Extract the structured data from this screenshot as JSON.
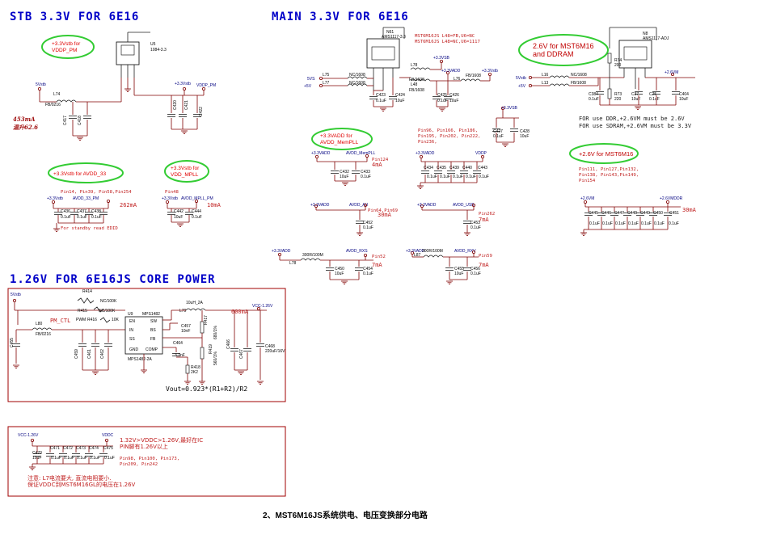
{
  "titles": {
    "stb": "STB 3.3V FOR 6E16",
    "main": "MAIN 3.3V FOR 6E16",
    "core": "1.26V FOR 6E16JS CORE POWER"
  },
  "ovals": {
    "vddp_pm": [
      "+3.3Vstb for",
      "VDDP_PM"
    ],
    "avdd33": "+3.3Vstb for AVDD_33",
    "vdd_mpll": [
      "+3.3Vstb for",
      "VDD_MPLL"
    ],
    "ddr": [
      "2.6V for MST6M16",
      "and DDRAM"
    ],
    "mempll": [
      "+3.3VADD for",
      "AVDD_MemPLL"
    ],
    "mst": "+2.6V for MST6M16"
  },
  "stb": {
    "chip": "U5",
    "chip_part": "1084-3.3",
    "vin_label": "5Vstb",
    "vout_label": "+3.3Vstb",
    "net": "VDDP_PM",
    "inductor": "L74",
    "inductor_part": "FB/0216",
    "current": "453mA",
    "temp": "温升62.6",
    "caps": [
      "C417",
      "C418",
      "C420",
      "C421",
      "C422"
    ],
    "cap_vals": [
      "0.1uF",
      "10uF",
      "10uF",
      "0.1uF",
      "AVL/622"
    ]
  },
  "avdd33": {
    "pins": "Pin14, Pin39, Pin58,Pin254",
    "vin": "+3.3Vstb",
    "net": "AVDD_33_PM",
    "current": "262mA",
    "note": "For standby read EDID",
    "caps": [
      "C436",
      "C437",
      "C438",
      "C439"
    ],
    "cap_val": "0.1uF"
  },
  "mpll": {
    "pin": "Pin48",
    "vin": "+3.3Vstb",
    "net": "AVDD_MPLL_PM",
    "current": "10mA",
    "caps": [
      "C442",
      "C444"
    ],
    "cap_vals": [
      "10uF",
      "0.1uF"
    ]
  },
  "main": {
    "chip": "N61",
    "chip_part": "AMS1117-3.3",
    "config_lines": [
      "MST6M16JS L48=FB,U6=NC",
      "MST6M16JS L48=NC,U6=1117"
    ],
    "inputs": [
      "5VS",
      "+5V"
    ],
    "inductors": [
      "L75",
      "L77",
      "L78",
      "L48",
      "L76"
    ],
    "inductor_parts": [
      "NC/1608",
      "NC/1608",
      "FB/1608",
      "FB/1608",
      "FB/1608"
    ],
    "nets": [
      "+3.3VSB",
      "+3.3VADD",
      "+3.3Vstb"
    ],
    "caps": [
      "C423",
      "C424",
      "C425",
      "C426"
    ],
    "cap_vals": [
      "0.1uF",
      "10uF",
      "0.1uF",
      "10uF"
    ],
    "vsb_net": "+3.3VSB",
    "vsb_caps": [
      "C427",
      "C428"
    ],
    "vsb_cap_vals": [
      "0.1uF",
      "10uF"
    ]
  },
  "ddr": {
    "chip": "N8",
    "chip_part": "AMS1117-ADJ",
    "inputs": [
      "5Vstb",
      "+5V"
    ],
    "inductors": [
      "L16",
      "L13"
    ],
    "inductor_parts": [
      "NC/1608",
      "FB/1608"
    ],
    "resistors": [
      "R74",
      "R73"
    ],
    "res_vals": [
      "200",
      "220"
    ],
    "net": "+2.6VM",
    "caps": [
      "C384",
      "C37",
      "C25",
      "C404"
    ],
    "cap_vals": [
      "0.1uF",
      "10uF",
      "0.1uF",
      "10uF"
    ],
    "note1": "FOR use DDR,+2.6VM must be 2.6V",
    "note2": "FOR use SDRAM,+2.6VM must be 3.3V"
  },
  "mempll": {
    "vin": "+3.3VADD",
    "net": "AVDD_MemPLL",
    "pin": "Pin124",
    "current": "4mA",
    "caps": [
      "C432",
      "C433"
    ],
    "cap_vals": [
      "10uF",
      "0.1uF"
    ]
  },
  "vddp": {
    "pins": [
      "Pin96, Pin166, Pin186,",
      "Pin195, Pin202, Pin222,",
      "Pin236,"
    ],
    "vin": "+3.3VADD",
    "net": "VDDP",
    "caps": [
      "C434",
      "C435",
      "C439",
      "C440",
      "C443"
    ],
    "cap_val": "0.1uF"
  },
  "avdd_au": {
    "vin": "+3.3VADD",
    "net": "AVDD_AU",
    "pin": "Pin64,Pin69",
    "current": "30mA",
    "cap": "C452",
    "cap_val": "0.1uF"
  },
  "avdd_usb": {
    "vin": "+3.3VADD",
    "net": "AVDD_USB",
    "pin": "Pin262",
    "current": "7mA",
    "cap": "C453",
    "cap_val": "0.1uF"
  },
  "avdd_rxs": {
    "vin": "+3.3VADD",
    "net": "AVDD_RXS",
    "pin": "Pin52",
    "current": "7mA",
    "inductor": "L78",
    "inductor_part": "300R/100M",
    "caps": [
      "C450",
      "C454"
    ],
    "cap_vals": [
      "10uF",
      "0.1uF"
    ]
  },
  "avdd_rxv": {
    "vin": "+3.3VADD",
    "net": "AVDD_RXV",
    "pin": "Pin59",
    "current": "7mA",
    "inductor": "L87",
    "inductor_part": "300R/100M",
    "caps": [
      "C455",
      "C456"
    ],
    "cap_vals": [
      "10uF",
      "0.1uF"
    ]
  },
  "mst": {
    "pins": [
      "Pin111, Pin127,Pin132,",
      "Pin138, Pin143,Pin149,",
      "Pin154"
    ],
    "vin": "+2.6VM",
    "net": "+2.6VMDDR",
    "current": "30mA",
    "caps": [
      "C445",
      "C446",
      "C447",
      "C448",
      "C449",
      "C450",
      "C451"
    ],
    "cap_val": "0.1uF"
  },
  "core": {
    "vin": "5Vstb",
    "chip": "U9",
    "chip_part": "MPS1482",
    "chip_name": "MPS1482-2A",
    "chip_pins": [
      "EN",
      "IN",
      "SS",
      "GND",
      "SW",
      "BS",
      "FB",
      "COMP"
    ],
    "resistors": [
      "R414",
      "R415",
      "R416",
      "R417",
      "R418",
      "R419"
    ],
    "res_vals": [
      "NC/100K",
      "NC/100K",
      "10K",
      "680/1%",
      "2K2",
      "560/1%"
    ],
    "inductors": [
      "L80",
      "L79"
    ],
    "inductor_parts": [
      "FB/0216",
      "10uH_2A"
    ],
    "pwm_label": "PM_CTL",
    "pwm_net": "PWM",
    "caps": [
      "C455",
      "C456",
      "C459",
      "C461",
      "C462",
      "C457",
      "C464",
      "C466",
      "C467",
      "C468"
    ],
    "cap_vals": [
      "0.1uF",
      "10uF",
      "10uF",
      "0.1uF",
      "0.1uF",
      "10nF",
      "3.3nF",
      "10uF",
      "0.1uF",
      "220uF/16V"
    ],
    "current": "600mA",
    "vout": "VCC-1.26V",
    "formula": "Vout=0.923*(R1+R2)/R2"
  },
  "vddc": {
    "vin": "VCC-1.26V",
    "net": "VDDC",
    "caps": [
      "C470",
      "C471",
      "C472",
      "C473",
      "C474",
      "C475"
    ],
    "cap_vals": [
      "10uF",
      "0.1uF",
      "0.1uF",
      "0.1uF",
      "0.1uF",
      "0.1uF"
    ],
    "note1": "1.32V>VDDC>1.26V,最好在IC",
    "note2": "PIN脚有1.26V以上",
    "pins1": "Pin98, Pin100, Pin173,",
    "pins2": "Pin209, Pin242",
    "warn1": "注意: L7电流要大, 直流电阻要小.",
    "warn2": "保证VDDC到MST6M16GL的电压在1.26V"
  },
  "caption": "2、MST6M16JS系统供电、电压变换部分电路"
}
